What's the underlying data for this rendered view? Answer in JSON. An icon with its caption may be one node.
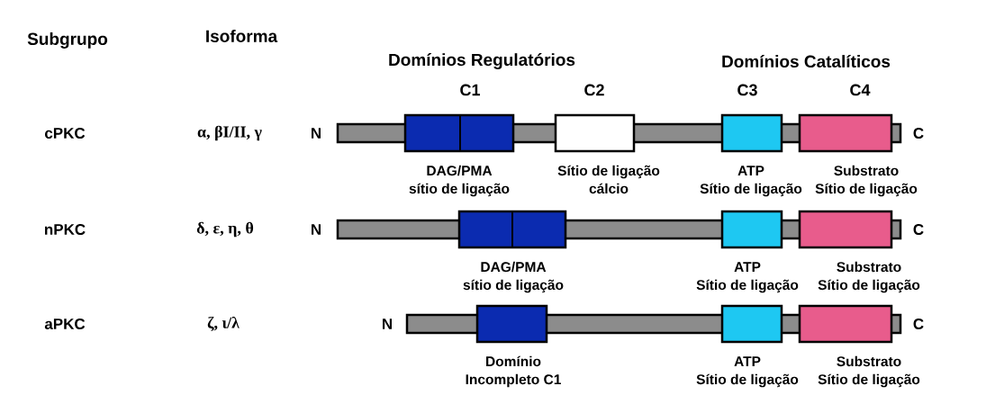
{
  "diagram": {
    "nodes": [
      {
        "text": [],
        "shape": "bar"
      },
      {
        "text": [],
        "shape": "box",
        "beside": [
          "DAG/PMA",
          "sítio de ligação"
        ]
      },
      {
        "text": [],
        "shape": "box",
        "beside": [
          "Sítio de ligação",
          "cálcio"
        ]
      },
      {
        "text": [],
        "shape": "box",
        "beside": [
          "ATP",
          "Sítio de ligação"
        ]
      },
      {
        "text": [],
        "shape": "box",
        "beside": [
          "Substrato",
          "Sítio de ligação"
        ]
      },
      {
        "text": [],
        "shape": "bar"
      },
      {
        "text": [],
        "shape": "box",
        "beside": [
          "DAG/PMA",
          "sítio de ligação"
        ]
      },
      {
        "text": [],
        "shape": "box",
        "beside": [
          "ATP",
          "Sítio de ligação"
        ]
      },
      {
        "text": [],
        "shape": "box",
        "beside": [
          "Substrato",
          "Sítio de ligação"
        ]
      },
      {
        "text": [],
        "shape": "bar"
      },
      {
        "text": [],
        "shape": "box",
        "beside": [
          "Domínio",
          "Incompleto C1"
        ]
      },
      {
        "text": [],
        "shape": "box",
        "beside": [
          "ATP",
          "Sítio de ligação"
        ]
      },
      {
        "text": [],
        "shape": "box",
        "beside": [
          "Substrato",
          "Sítio de ligação"
        ]
      }
    ],
    "labels": [
      "Subgrupo",
      "Isoforma",
      "Domínios Regulatórios",
      "Domínios Catalíticos",
      "C1",
      "C2",
      "C3",
      "C4",
      "cPKC",
      "α, βI/II, γ",
      "N",
      "C",
      "nPKC",
      "δ, ε, η, θ",
      "N",
      "C",
      "aPKC",
      "ζ, ι/λ",
      "N",
      "C"
    ]
  }
}
